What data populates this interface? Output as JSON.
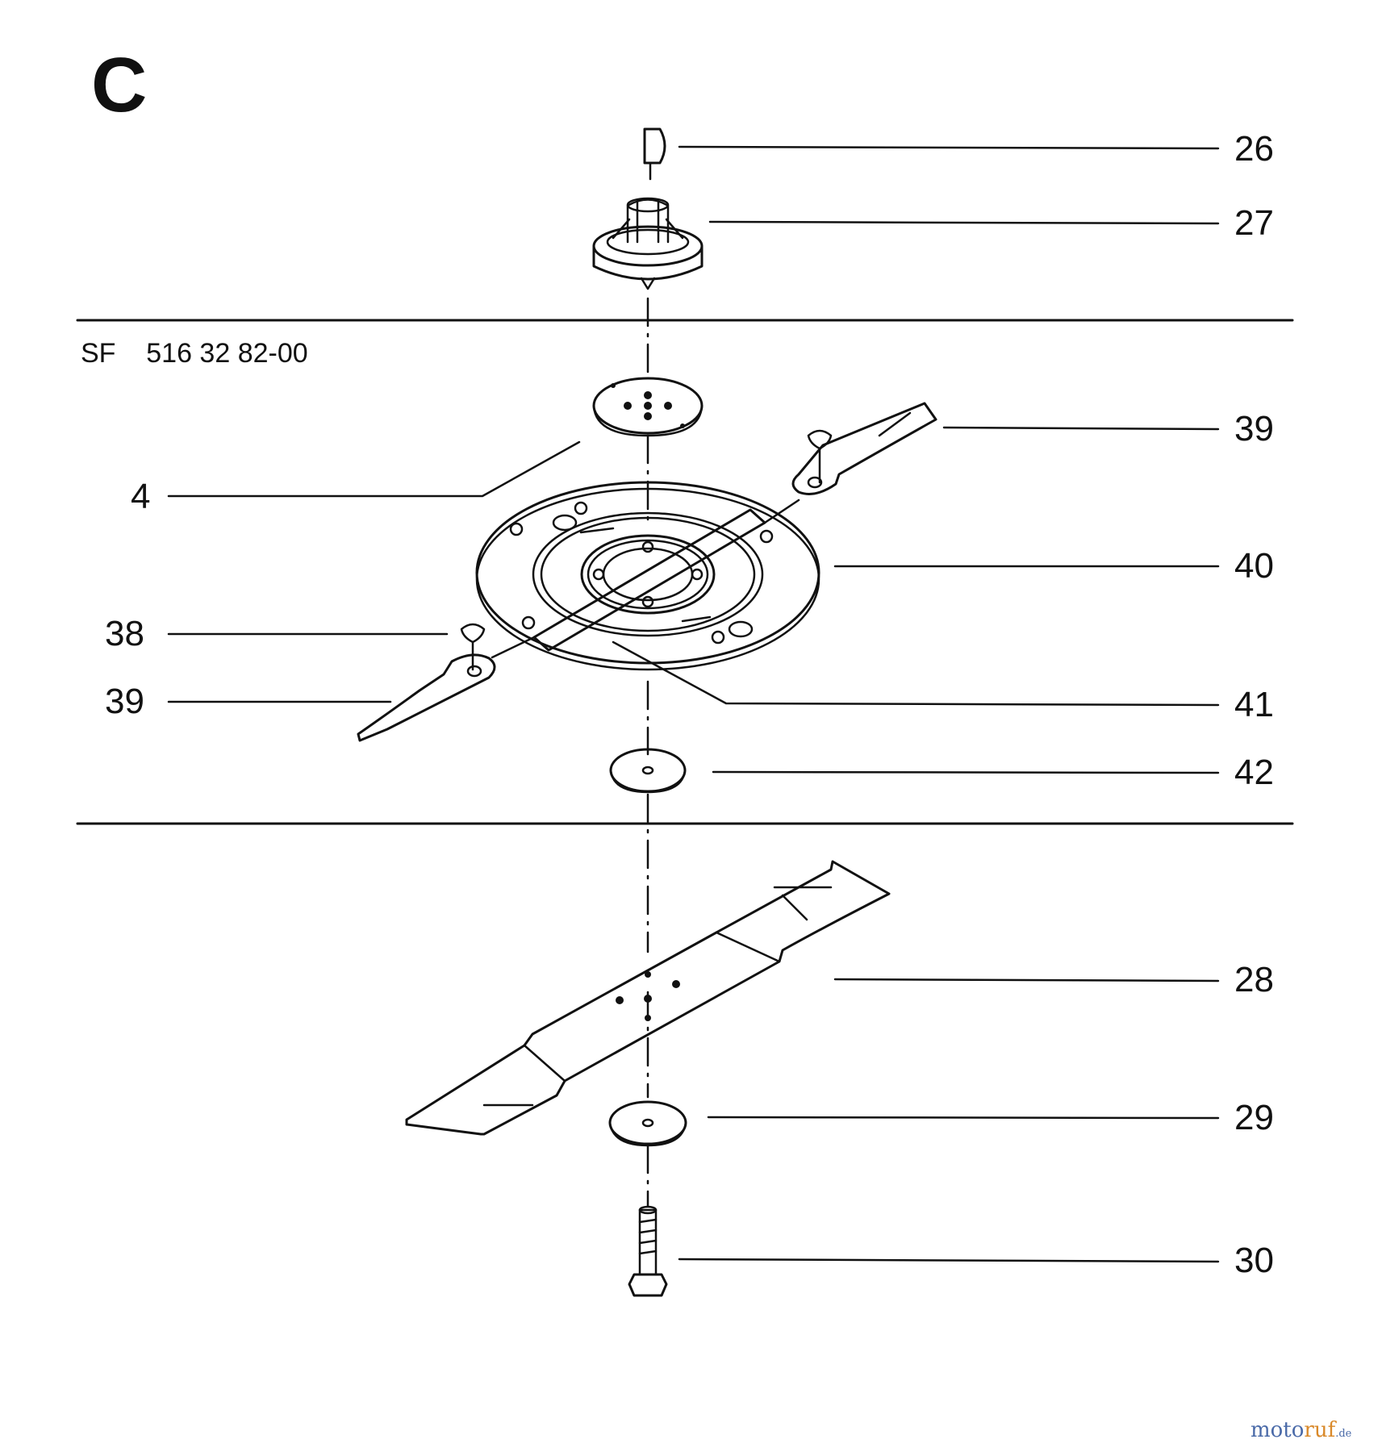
{
  "section_letter": "C",
  "kit_code": "SF",
  "kit_number": "516 32 82-00",
  "callouts": {
    "c26": "26",
    "c27": "27",
    "c39a": "39",
    "c4": "4",
    "c40": "40",
    "c38": "38",
    "c39b": "39",
    "c41": "41",
    "c42": "42",
    "c28": "28",
    "c29": "29",
    "c30": "30"
  },
  "watermark": {
    "part1": "moto",
    "part2": "ruf",
    "part3": ".de"
  }
}
